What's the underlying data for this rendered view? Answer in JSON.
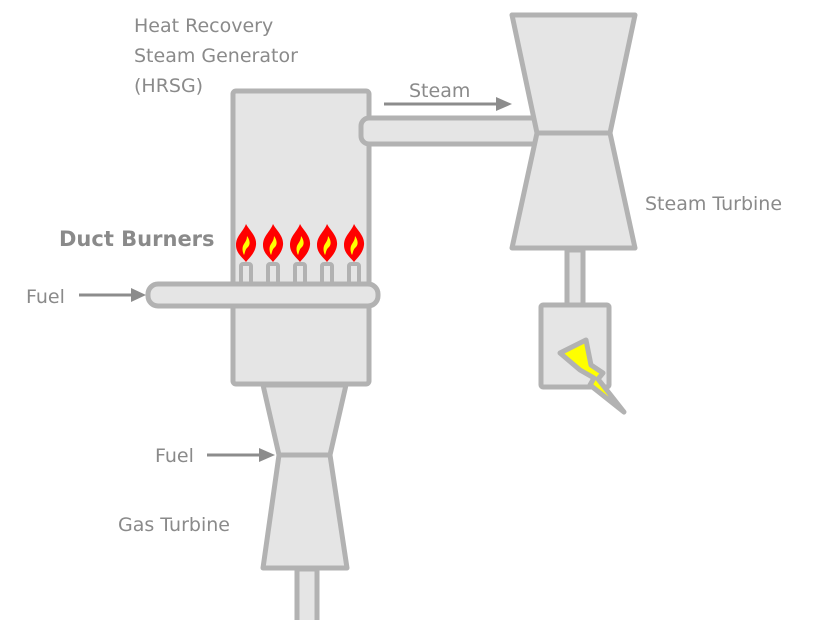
{
  "diagram": {
    "title": "Combined cycle with HRSG duct firing",
    "labels": {
      "hrsg": [
        "Heat Recovery",
        "Steam Generator",
        "(HRSG)"
      ],
      "steam": "Steam",
      "steam_turbine": "Steam Turbine",
      "duct_burners": "Duct Burners",
      "fuel_duct": "Fuel",
      "fuel_gas_turbine": "Fuel",
      "gas_turbine": "Gas Turbine"
    },
    "burner_count": 5,
    "colors": {
      "shape_fill": "#e5e5e5",
      "shape_stroke": "#b2b2b2",
      "label": "#8a8a8a",
      "arrow": "#8c8c8c",
      "flame_outer": "#ff0000",
      "flame_inner": "#ffff00",
      "bolt_fill": "#ffff00"
    }
  }
}
